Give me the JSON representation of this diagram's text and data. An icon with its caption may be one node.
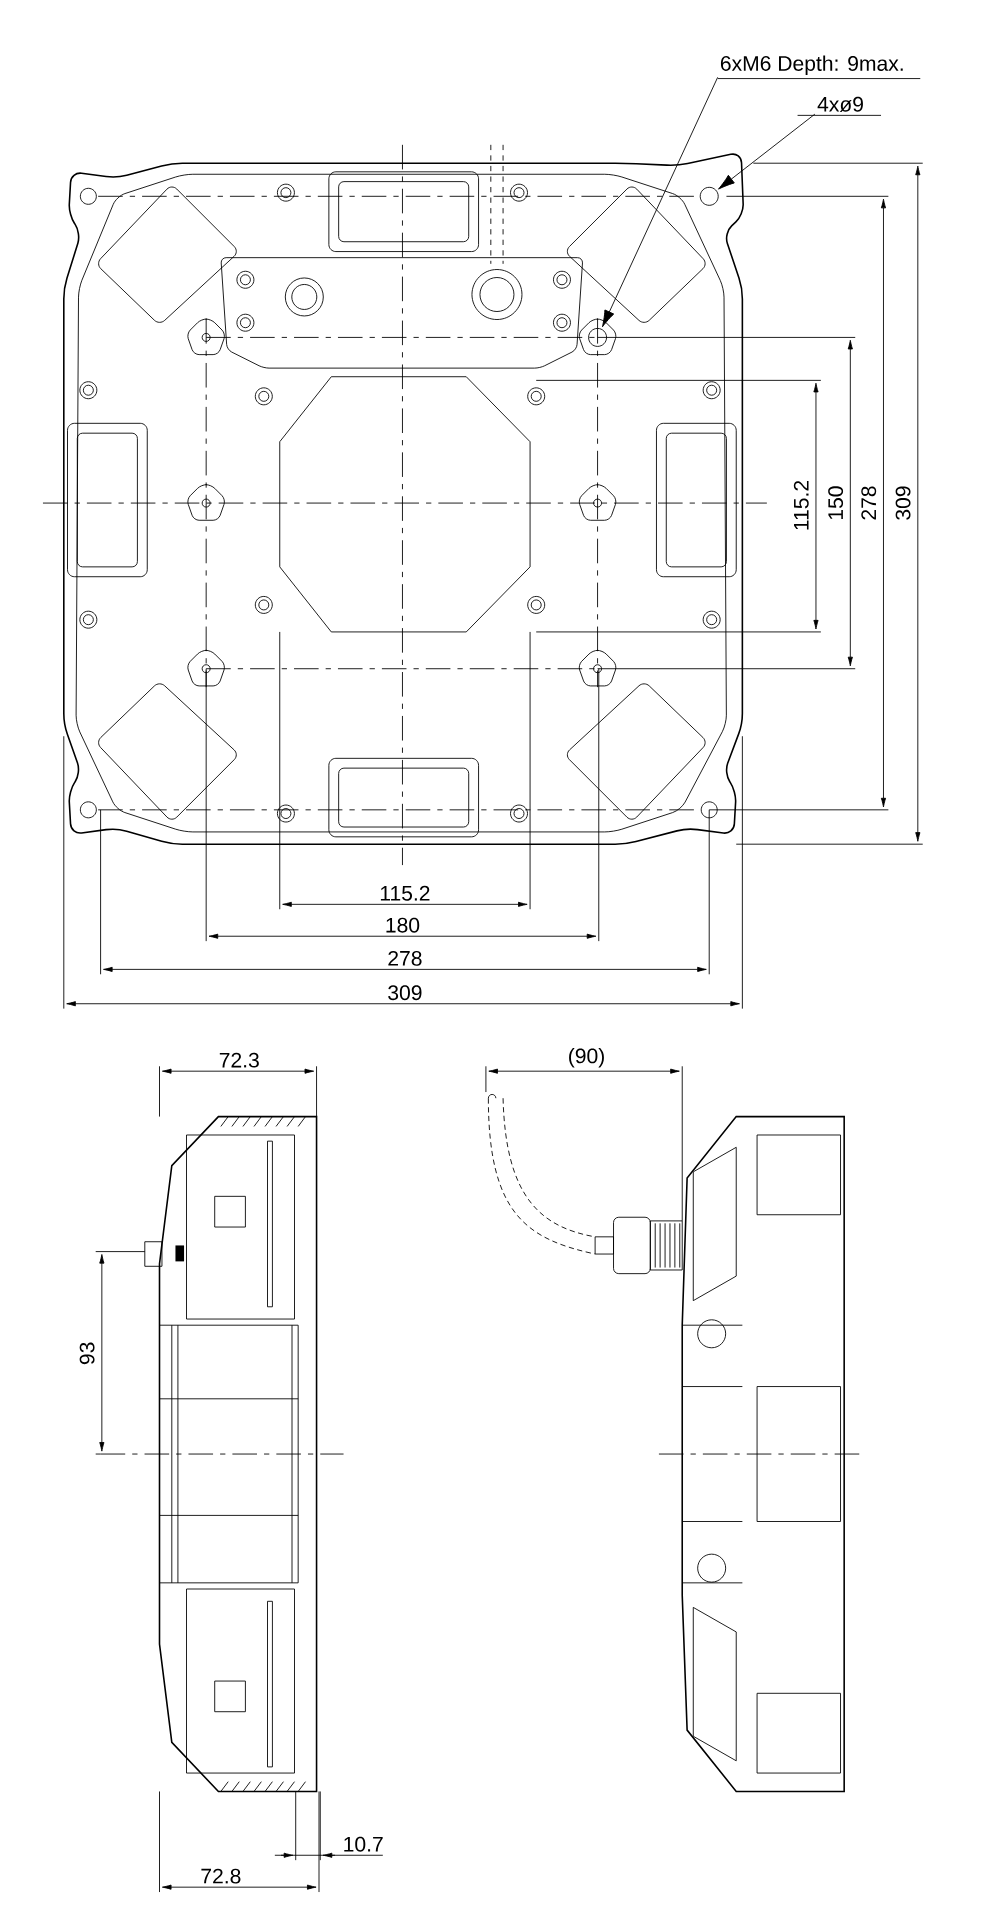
{
  "diagram": {
    "nodes": [
      {
        "text": [
          "6xM6 Depth: 9max."
        ]
      },
      {
        "text": [
          "4xø9"
        ]
      },
      {
        "text": [],
        "shape": "circle"
      },
      {
        "text": [],
        "shape": "circle"
      }
    ],
    "edges": [
      {
        "from": 0,
        "to": 2,
        "arrow": "to"
      },
      {
        "from": 1,
        "to": 3,
        "arrow": "to"
      }
    ],
    "labels": [
      "115.2",
      "150",
      "278",
      "309",
      "115.2",
      "180",
      "278",
      "309",
      "72.3",
      "(90)",
      "93",
      "10.7",
      "72.8"
    ]
  }
}
